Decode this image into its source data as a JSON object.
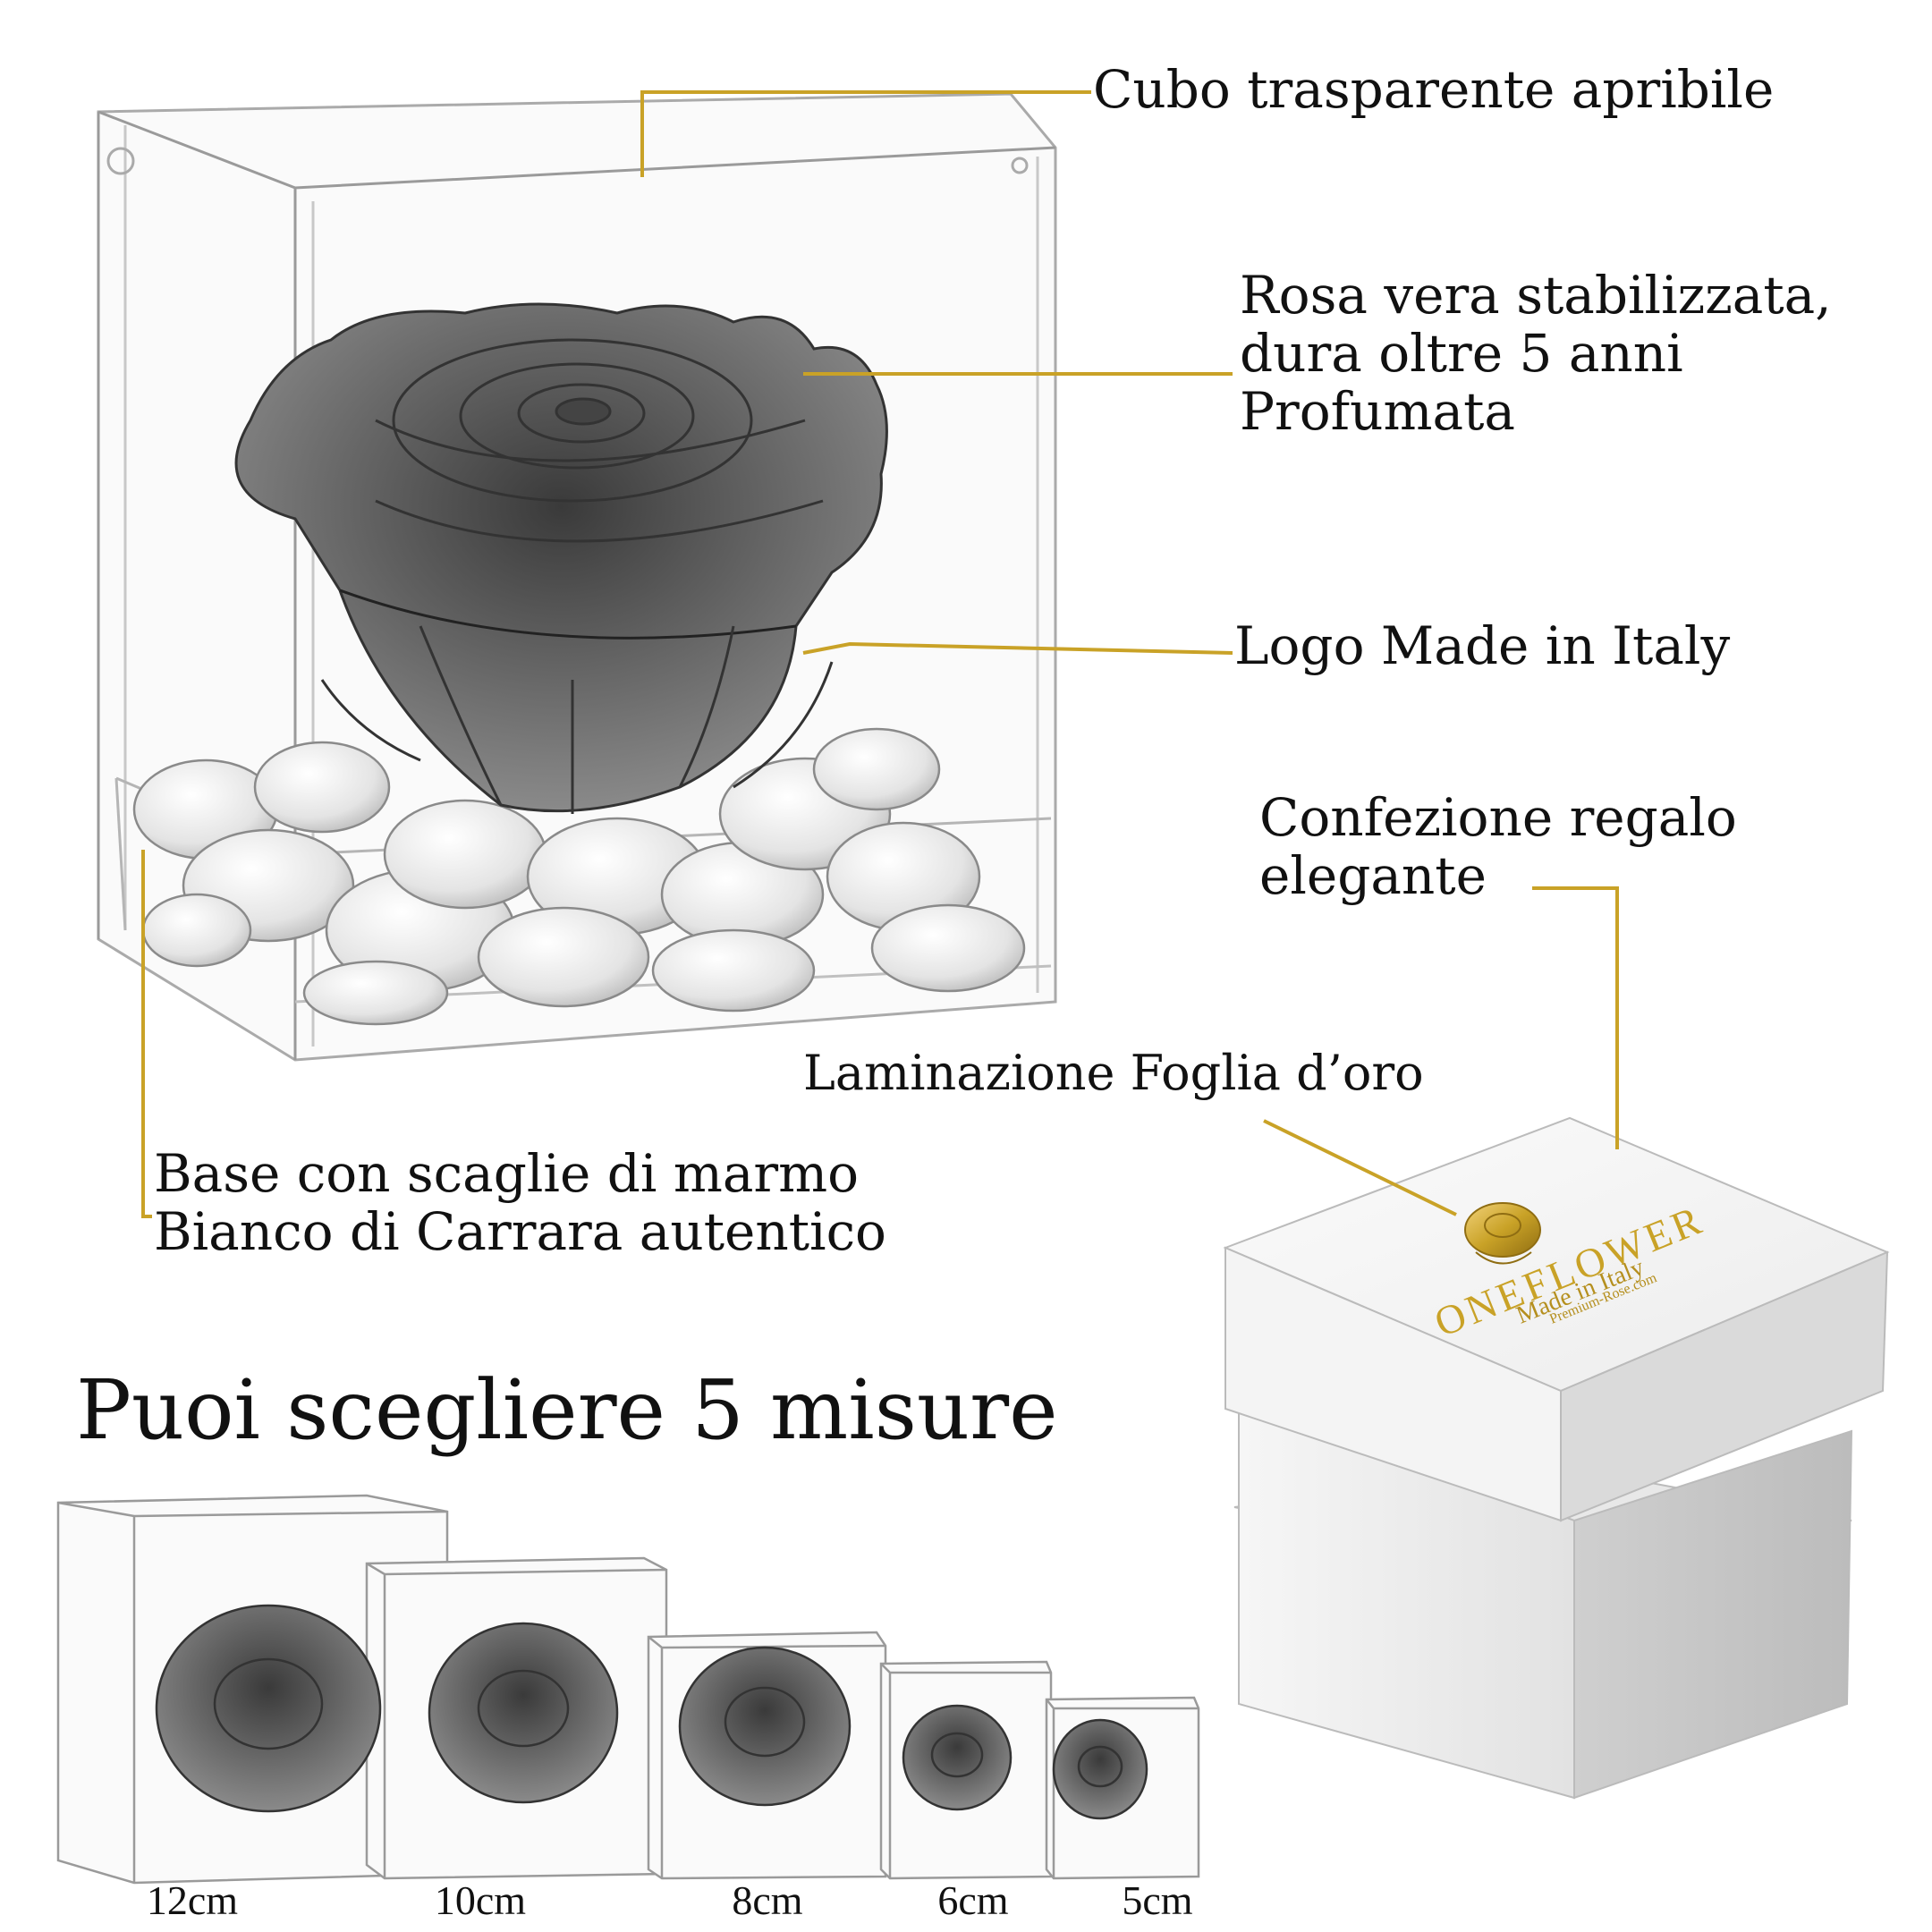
{
  "annotations": {
    "cube": "Cubo trasparente apribile",
    "rose": [
      "Rosa vera stabilizzata,",
      "dura oltre 5 anni",
      "Profumata"
    ],
    "logo": "Logo Made in Italy",
    "gift": [
      "Confezione regalo",
      "elegante"
    ],
    "gold": "Laminazione Foglia d’oro",
    "base": [
      "Base con scaglie di marmo",
      "Bianco di Carrara autentico"
    ]
  },
  "sizes_heading": "Puoi scegliere 5 misure",
  "sizes": [
    "12cm",
    "10cm",
    "8cm",
    "6cm",
    "5cm"
  ],
  "box": {
    "brand": "ONEFLOWER",
    "tagline": "Made in Italy",
    "site": "Premium-Rose.com"
  },
  "colors": {
    "gold_line": "#c9a227",
    "text": "#111111",
    "pencil": "#555555"
  }
}
